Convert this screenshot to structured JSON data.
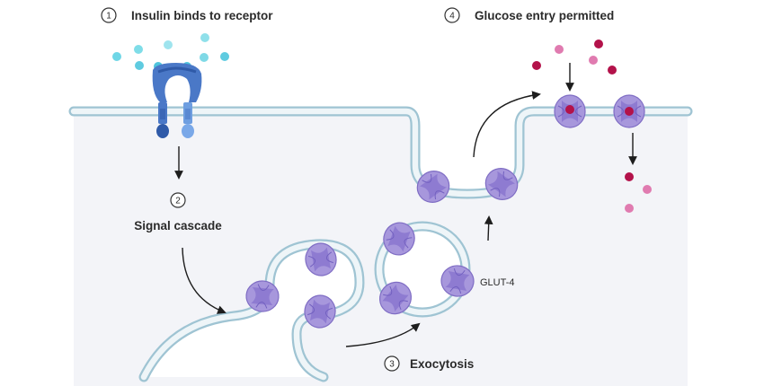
{
  "steps": [
    {
      "number": "1",
      "label": "Insulin binds to receptor"
    },
    {
      "number": "2",
      "label": "Signal cascade"
    },
    {
      "number": "3",
      "label": "Exocytosis"
    },
    {
      "number": "4",
      "label": "Glucose entry permitted"
    }
  ],
  "glut_label": "GLUT-4",
  "colors": {
    "membrane": "#9fc4d3",
    "cytoplasm": "#f3f4f8",
    "receptor": "#4a78c7",
    "insulin": "#6fd6e6",
    "transporter": "#9c8ad6",
    "glucose_dark": "#b3124a",
    "glucose_light": "#e07bb0"
  }
}
